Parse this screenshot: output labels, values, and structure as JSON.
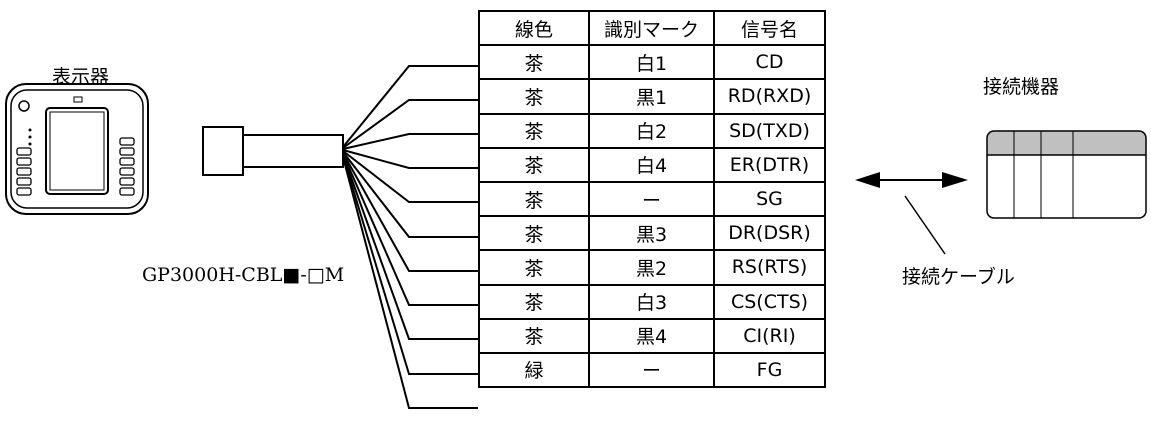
{
  "labels": {
    "display": "表示器",
    "device": "接続機器",
    "cable_name": "接続ケーブル",
    "part_number": "GP3000H-CBL■-□M"
  },
  "table": {
    "headers": [
      "線色",
      "識別マーク",
      "信号名"
    ],
    "rows": [
      {
        "color": "茶",
        "mark": "白1",
        "signal": "CD"
      },
      {
        "color": "茶",
        "mark": "黒1",
        "signal": "RD(RXD)"
      },
      {
        "color": "茶",
        "mark": "白2",
        "signal": "SD(TXD)"
      },
      {
        "color": "茶",
        "mark": "白4",
        "signal": "ER(DTR)"
      },
      {
        "color": "茶",
        "mark": "ー",
        "signal": "SG"
      },
      {
        "color": "茶",
        "mark": "黒3",
        "signal": "DR(DSR)"
      },
      {
        "color": "茶",
        "mark": "黒2",
        "signal": "RS(RTS)"
      },
      {
        "color": "茶",
        "mark": "白3",
        "signal": "CS(CTS)"
      },
      {
        "color": "茶",
        "mark": "黒4",
        "signal": "CI(RI)"
      },
      {
        "color": "緑",
        "mark": "ー",
        "signal": "FG"
      }
    ]
  }
}
